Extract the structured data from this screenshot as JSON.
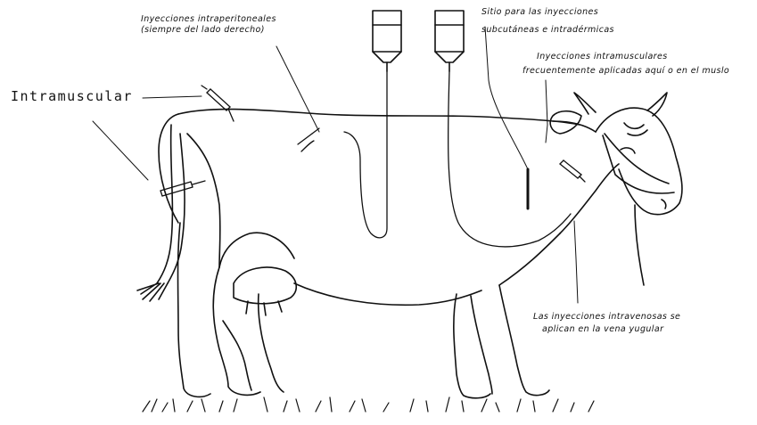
{
  "labels": {
    "intramuscular": "Intramuscular",
    "intraperitoneal": {
      "line1": "Inyecciones intraperitoneales",
      "line2": "(siempre del lado derecho)"
    },
    "subcutaneous": {
      "line1": "Sitio para las inyecciones",
      "line2": "subcutáneas e intradérmicas"
    },
    "intramuscular_neck": {
      "line1": "Inyecciones intramusculares",
      "line2": "frecuentemente aplicadas aquí o en el muslo"
    },
    "intravenous": {
      "line1": "Las inyecciones intravenosas se",
      "line2": "aplican en la vena yugular"
    }
  }
}
